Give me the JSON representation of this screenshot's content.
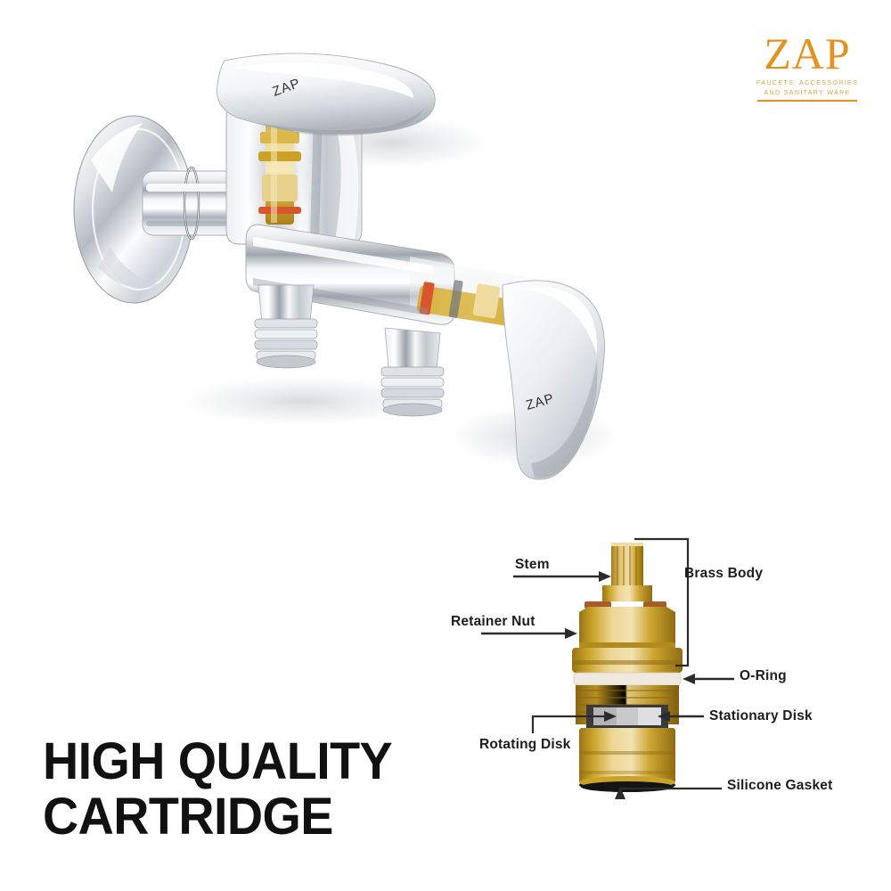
{
  "brand": {
    "wordmark": "ZAP",
    "tagline": "FAUCETS, ACCESSORIES\nAND SANITARY WARE",
    "wordmark_color": "#E2921F",
    "tagline_color": "#D9A64B"
  },
  "headline": {
    "text": "HIGH QUALITY\nCARTRIDGE",
    "color": "#111111"
  },
  "product": {
    "type": "two-way-angle-valve-faucet",
    "finish": "chrome",
    "handle_engraving_top": "ZAP",
    "handle_engraving_bottom": "ZAP",
    "outlet_count": 2,
    "cartridge_color": "#C9A227",
    "oring_color": "#D9552E"
  },
  "diagram": {
    "title": "Cartridge cutaway diagram",
    "labels": [
      {
        "id": "stem",
        "text": "Stem",
        "arrow": "right"
      },
      {
        "id": "brass-body",
        "text": "Brass Body",
        "arrow": "bracket"
      },
      {
        "id": "retainer-nut",
        "text": "Retainer Nut",
        "arrow": "right"
      },
      {
        "id": "o-ring",
        "text": "O-Ring",
        "arrow": "left"
      },
      {
        "id": "stationary-disk",
        "text": "Stationary Disk",
        "arrow": "left"
      },
      {
        "id": "rotating-disk",
        "text": "Rotating Disk",
        "arrow": "elbow-right"
      },
      {
        "id": "silicone-gasket",
        "text": "Silicone Gasket",
        "arrow": "elbow-up"
      }
    ],
    "colors": {
      "brass_light": "#E8C87A",
      "brass_mid": "#C9A227",
      "brass_dark": "#9A7418",
      "gasket": "#1a1a1a",
      "oring_white": "#EFEAE0",
      "ceramic": "#C9C9CC",
      "leader_line": "#2b2b2b"
    }
  }
}
